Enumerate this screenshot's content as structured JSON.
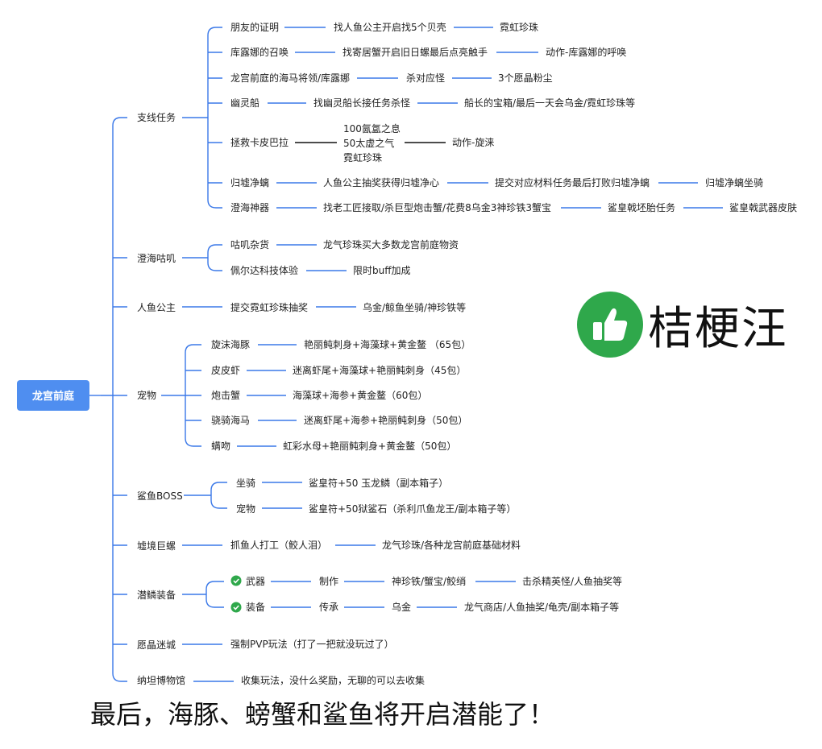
{
  "root": "龙宫前庭",
  "branches": {
    "b1": "支线任务",
    "b2": "澄海咕叽",
    "b3": "人鱼公主",
    "b4": "宠物",
    "b5": "鲨鱼BOSS",
    "b6": "墟境巨螺",
    "b7": "潜鳞装备",
    "b8": "愿晶迷城",
    "b9": "纳坦博物馆"
  },
  "side_quests": {
    "r1": [
      "朋友的证明",
      "找人鱼公主开启找5个贝壳",
      "霓虹珍珠"
    ],
    "r2": [
      "库露娜的召唤",
      "找寄居蟹开启旧日螺最后点亮触手",
      "动作-库露娜的呼唤"
    ],
    "r3": [
      "龙宫前庭的海马将领/库露娜",
      "杀对应怪",
      "3个愿晶粉尘"
    ],
    "r4": [
      "幽灵船",
      "找幽灵船长接任务杀怪",
      "船长的宝箱/最后一天会乌金/霓虹珍珠等"
    ],
    "r5_head": "拯救卡皮巴拉",
    "r5_lines": [
      "100氤氲之息",
      "50太虚之气",
      "霓虹珍珠"
    ],
    "r5_tail": "动作-旋涞",
    "r6": [
      "归墟净螭",
      "人鱼公主抽奖获得归墟净心",
      "提交对应材料任务最后打败归墟净螭",
      "归墟净螭坐骑"
    ],
    "r7": [
      "澄海神器",
      "找老工匠接取/杀巨型炮击蟹/花费8乌金3神珍铁3蟹宝",
      "鲨皇戟坯胎任务",
      "鲨皇戟武器皮肤"
    ]
  },
  "gujji": {
    "r1": [
      "咕叽杂货",
      "龙气珍珠买大多数龙宫前庭物资"
    ],
    "r2": [
      "佩尔达科技体验",
      "限时buff加成"
    ]
  },
  "mermaid": [
    "提交霓虹珍珠抽奖",
    "乌金/鲸鱼坐骑/神珍铁等"
  ],
  "pets": {
    "r1": [
      "旋沫海豚",
      "艳丽鲀刺身+海藻球+黄金鳌 （65包）"
    ],
    "r2": [
      "皮皮虾",
      "迷离虾尾+海藻球+艳丽鲀刺身（45包）"
    ],
    "r3": [
      "炮击蟹",
      "海藻球+海参+黄金鳌（60包）"
    ],
    "r4": [
      "骁骑海马",
      "迷离虾尾+海参+艳丽鲀刺身（50包）"
    ],
    "r5": [
      "螨吻",
      "虹彩水母+艳丽鲀刺身+黄金鳌（50包）"
    ]
  },
  "shark": {
    "r1": [
      "坐骑",
      "鲨皇符+50 玉龙鳞（副本箱子）"
    ],
    "r2": [
      "宠物",
      "鲨皇符+50狱鲨石（杀利爪鱼龙王/副本箱子等）"
    ]
  },
  "conch": [
    "抓鱼人打工（鲛人泪）",
    "龙气珍珠/各种龙宫前庭基础材料"
  ],
  "gear": {
    "r1": [
      "武器",
      "制作",
      "神珍铁/蟹宝/鲛绡",
      "击杀精英怪/人鱼抽奖等"
    ],
    "r2": [
      "装备",
      "传承",
      "乌金",
      "龙气商店/人鱼抽奖/龟壳/副本箱子等"
    ]
  },
  "maze": "强制PVP玩法（打了一把就没玩过了）",
  "museum": "收集玩法，没什么奖励，无聊的可以去收集",
  "brand": "桔梗汪",
  "footer": "最后，海豚、螃蟹和鲨鱼将开启潜能了！",
  "colors": {
    "line": "#3a78e8",
    "root": "#4f8ef0",
    "check": "#2fa84b"
  }
}
